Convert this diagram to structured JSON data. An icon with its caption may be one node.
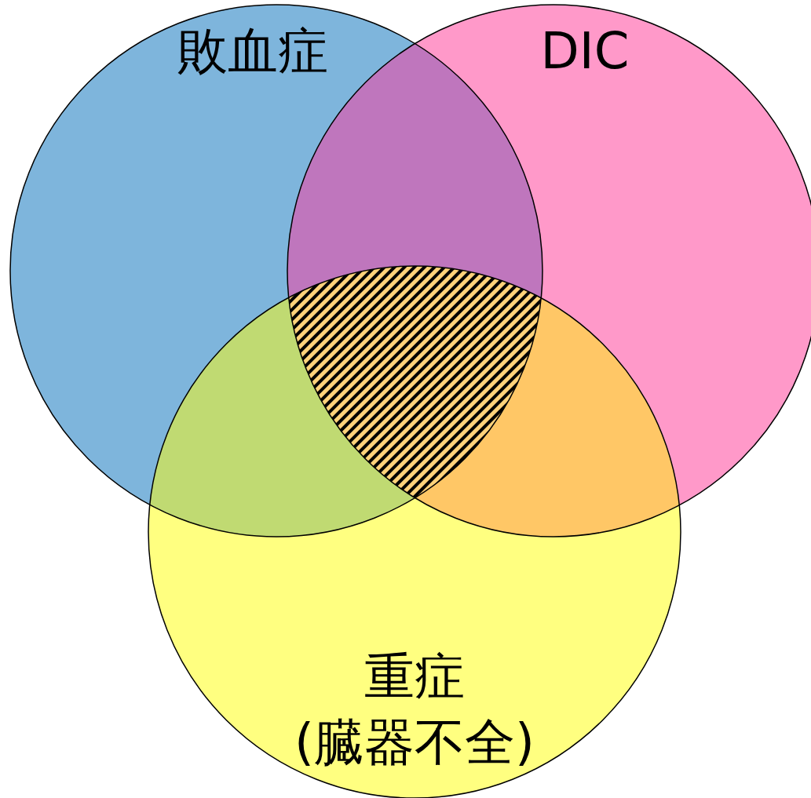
{
  "diagram": {
    "nodes": [
      {
        "text": [
          "敗血症"
        ]
      },
      {
        "text": [
          "DIC"
        ]
      },
      {
        "text": [
          "重症(臓器不全)"
        ]
      }
    ]
  }
}
